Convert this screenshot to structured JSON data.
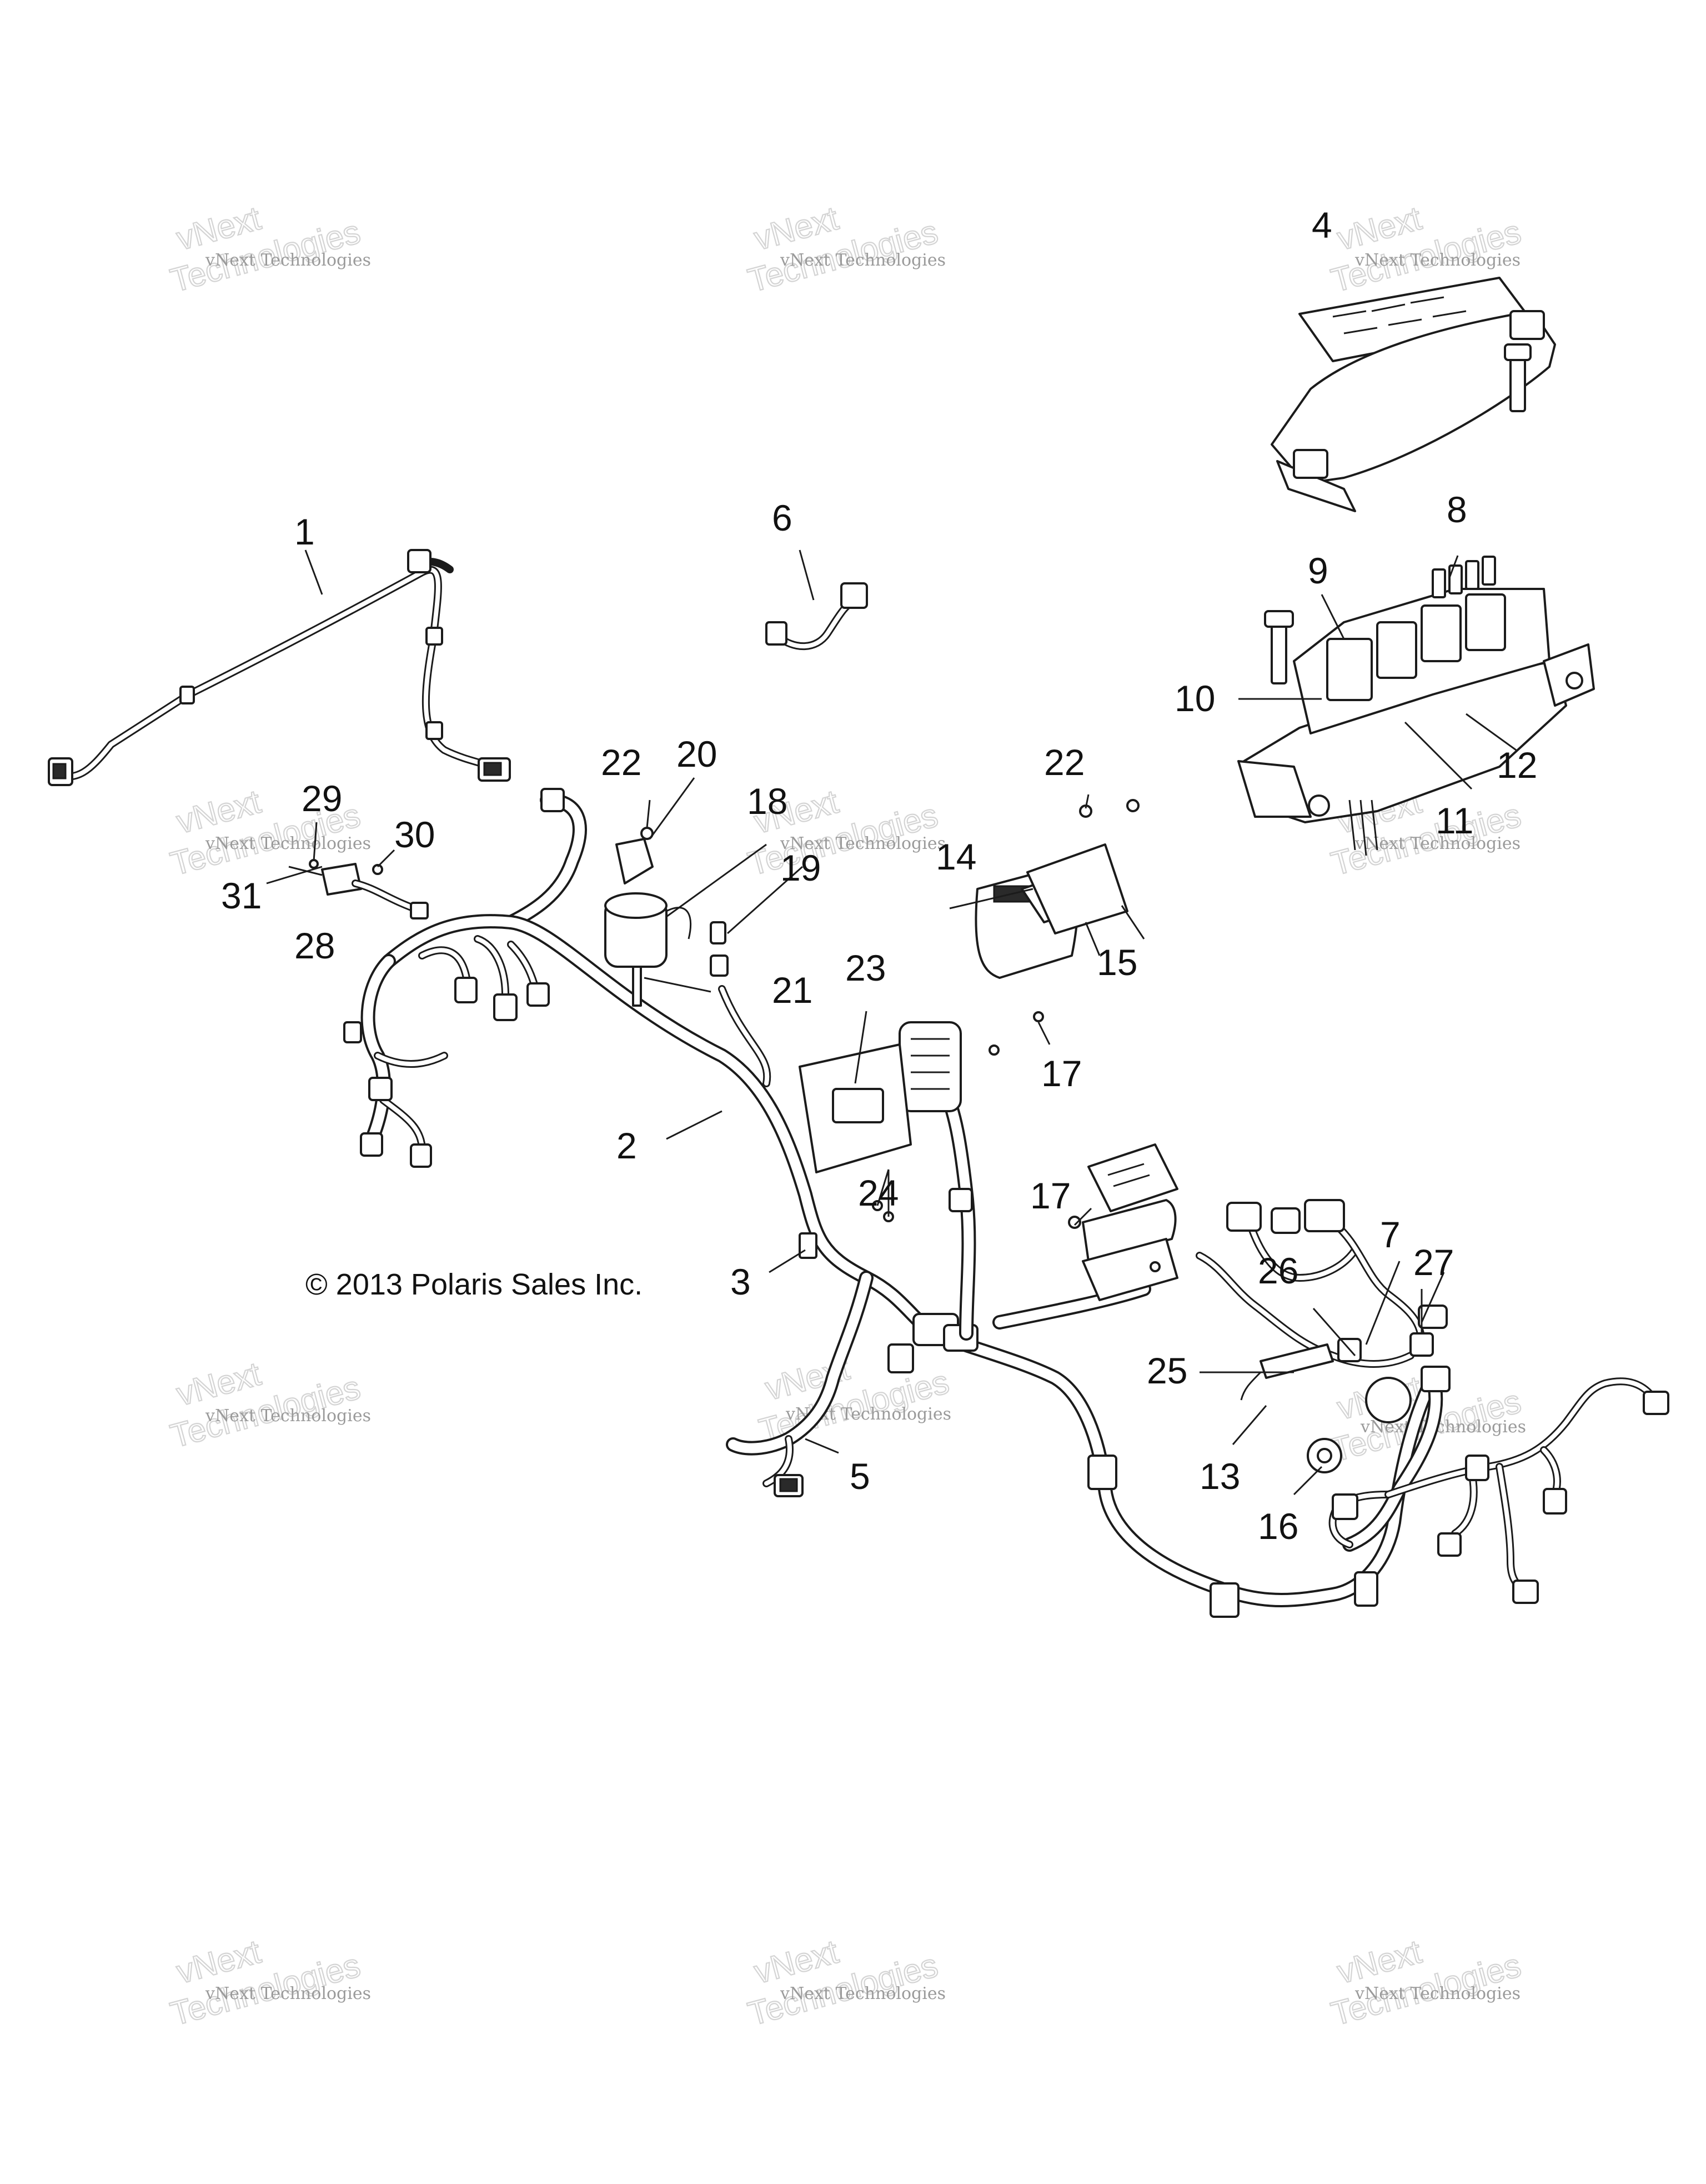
{
  "copyright": "© 2013 Polaris Sales Inc.",
  "watermark": {
    "company": "vNext Technologies",
    "word1": "vNext",
    "word2": "Technologies"
  },
  "callouts": [
    "1",
    "2",
    "3",
    "4",
    "5",
    "6",
    "7",
    "8",
    "9",
    "10",
    "11",
    "12",
    "13",
    "14",
    "15",
    "16",
    "17",
    "17",
    "18",
    "19",
    "20",
    "21",
    "22",
    "22",
    "23",
    "24",
    "25",
    "26",
    "27",
    "28",
    "29",
    "30",
    "31"
  ]
}
